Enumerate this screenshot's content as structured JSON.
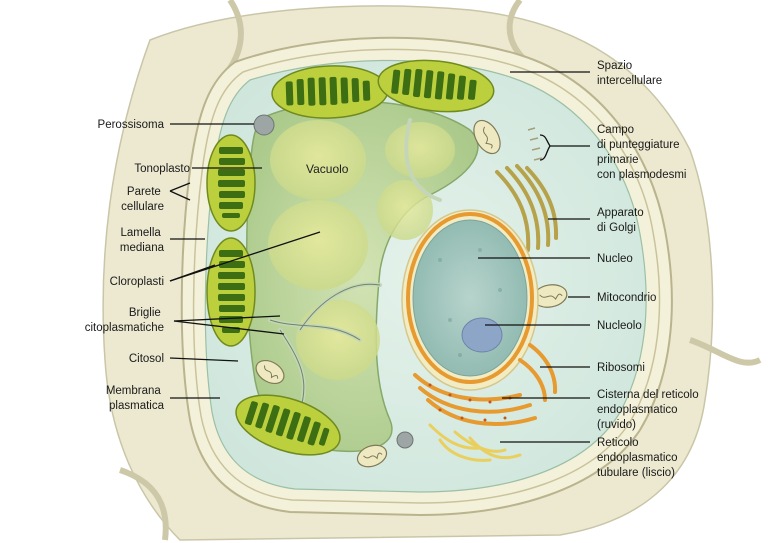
{
  "diagram": {
    "labels_left": {
      "perossisoma": "Perossisoma",
      "tonoplasto": "Tonoplasto",
      "parete": [
        "Parete",
        "cellulare"
      ],
      "lamella": [
        "Lamella",
        "mediana"
      ],
      "cloroplasti": "Cloroplasti",
      "briglie": [
        "Briglie",
        "citoplasmatiche"
      ],
      "citosol": "Citosol",
      "membrana": [
        "Membrana",
        "plasmatica"
      ]
    },
    "labels_right": {
      "spazio": [
        "Spazio",
        "intercellulare"
      ],
      "campo": [
        "Campo",
        "di punteggiature",
        "primarie",
        "con plasmodesmi"
      ],
      "apparato": [
        "Apparato",
        "di Golgi"
      ],
      "nucleo": "Nucleo",
      "mitocondrio": "Mitocondrio",
      "nucleolo": "Nucleolo",
      "ribosomi": "Ribosomi",
      "cisterna": [
        "Cisterna del reticolo",
        "endoplasmatico",
        "(ruvido)"
      ],
      "reticolo": [
        "Reticolo",
        "endoplasmatico",
        "tubulare (liscio)"
      ]
    },
    "labels_inside": {
      "vacuolo": "Vacuolo"
    },
    "colors": {
      "cell_wall": "#f2efd6",
      "cytoplasm": "#d8ece2",
      "vacuole": "#c2d9a6",
      "chloroplast": "#b6c93a",
      "thylakoid": "#3d6e14",
      "nucleus": "#9fc5be",
      "nucleolus": "#8da6c8",
      "er": "#e79a2f"
    }
  }
}
